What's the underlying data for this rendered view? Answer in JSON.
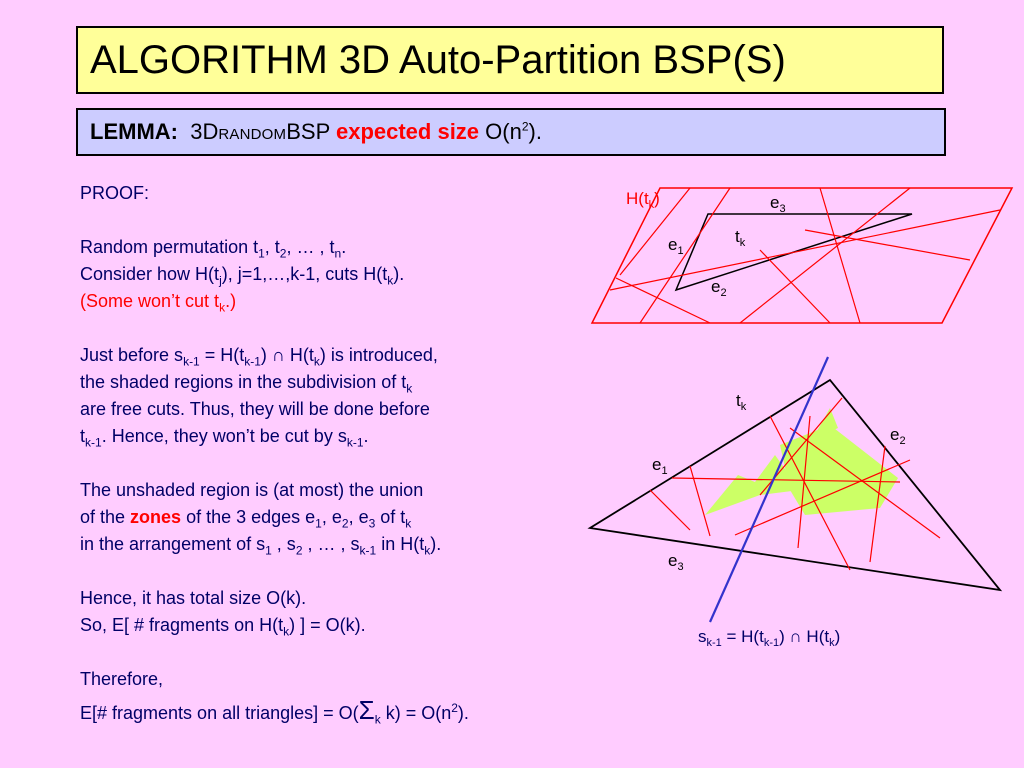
{
  "title": "ALGORITHM 3D Auto-Partition BSP(S)",
  "lemma": {
    "label": "LEMMA:",
    "algo_prefix": "3D",
    "algo_smallcaps": "RANDOM",
    "algo_suffix": "BSP",
    "emphasis": "expected size",
    "bound": "O(n",
    "bound_exp": "2",
    "bound_end": ")."
  },
  "proof": {
    "heading": "PROOF:",
    "l1": {
      "a": "Random permutation t",
      "s1": "1",
      "b": ", t",
      "s2": "2",
      "c": ", … , t",
      "s3": "n",
      "d": "."
    },
    "l2": {
      "a": "Consider how H(t",
      "s1": "j",
      "b": "), j=1,…,k-1, cuts H(t",
      "s2": "k",
      "c": ")."
    },
    "l3": {
      "a": "(Some won’t cut t",
      "s1": "k",
      "b": ".)"
    },
    "l4": {
      "a": "Just before s",
      "s1": "k-1",
      "b": " = H(t",
      "s2": "k-1",
      "c": ") ∩ H(t",
      "s3": "k",
      "d": ") is introduced,"
    },
    "l5": {
      "a": "the shaded regions in the subdivision of t",
      "s1": "k"
    },
    "l6": {
      "a": "are free cuts. Thus, they will be done before"
    },
    "l7": {
      "a": "t",
      "s1": "k-1",
      "b": ". Hence, they won’t be cut by s",
      "s2": "k-1",
      "c": "."
    },
    "l8": {
      "a": "The unshaded region is (at most) the union"
    },
    "l9": {
      "a": "of the ",
      "zones": "zones",
      "b": " of the 3 edges e",
      "s1": "1",
      "c": ", e",
      "s2": "2",
      "d": ", e",
      "s3": "3",
      "e": " of t",
      "s4": "k"
    },
    "l10": {
      "a": "in the arrangement of s",
      "s1": "1",
      "b": " , s",
      "s2": "2",
      "c": " , … , s",
      "s3": "k-1",
      "d": " in H(t",
      "s4": "k",
      "e": ")."
    },
    "l11": {
      "a": "Hence, it has total size O(k)."
    },
    "l12": {
      "a": "So, E[ # fragments on H(t",
      "s1": "k",
      "b": ") ] = O(k)."
    },
    "l13": {
      "a": "Therefore,"
    },
    "l14": {
      "a": "E[# fragments on all triangles] = O(",
      "sigma": "Σ",
      "s1": "k",
      "b": " k) = O(n",
      "sup": "2",
      "c": ")."
    }
  },
  "figure_top": {
    "plane_label": "H(t",
    "plane_sub": "k",
    "plane_end": ")",
    "e1": "e",
    "e1_sub": "1",
    "e2": "e",
    "e2_sub": "2",
    "e3": "e",
    "e3_sub": "3",
    "t": "t",
    "t_sub": "k"
  },
  "figure_bottom": {
    "t": "t",
    "t_sub": "k",
    "e1": "e",
    "e1_sub": "1",
    "e2": "e",
    "e2_sub": "2",
    "e3": "e",
    "e3_sub": "3",
    "cut": {
      "a": "s",
      "s1": "k-1",
      "b": " = H(t",
      "s2": "k-1",
      "c": ") ∩ H(t",
      "s3": "k",
      "d": ")"
    }
  },
  "colors": {
    "background": "#ffccff",
    "title_bg": "#ffff99",
    "lemma_bg": "#ccccff",
    "proof_text": "#000066",
    "accent_red": "#ff0000",
    "shade": "#ccff66",
    "cut_line": "#3333cc"
  }
}
